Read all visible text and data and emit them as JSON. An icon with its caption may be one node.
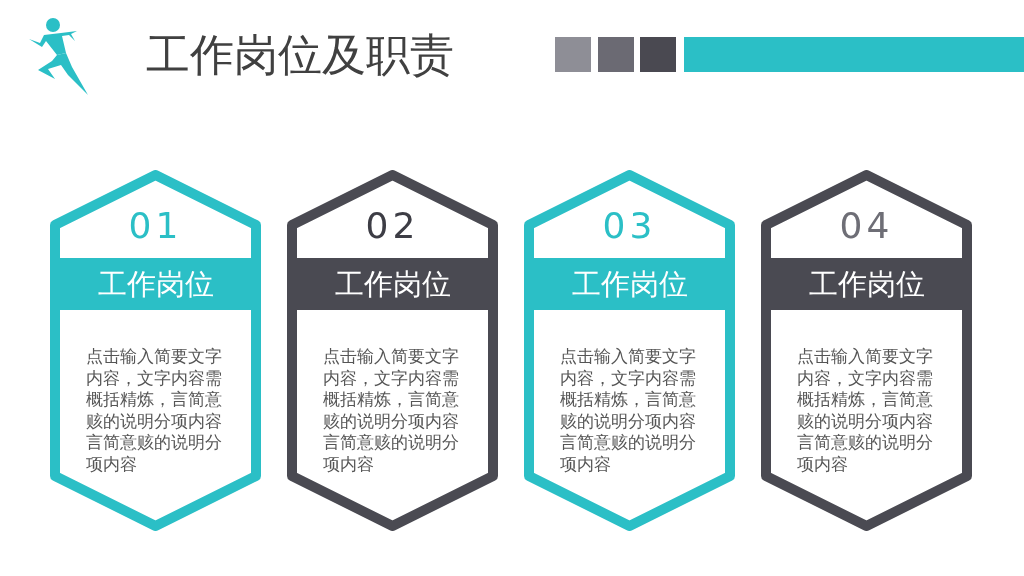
{
  "diagram": {
    "title": "工作岗位及职责",
    "nodes": [
      {
        "text": [
          "01",
          "工作岗位",
          "点击输入简要文字内容，文字内容需概括精炼，言简意赅的说明分项内容言简意赅的说明分项内容"
        ]
      },
      {
        "text": [
          "02",
          "工作岗位",
          "点击输入简要文字内容，文字内容需概括精炼，言简意赅的说明分项内容言简意赅的说明分项内容"
        ]
      },
      {
        "text": [
          "03",
          "工作岗位",
          "点击输入简要文字内容，文字内容需概括精炼，言简意赅的说明分项内容言简意赅的说明分项内容"
        ]
      },
      {
        "text": [
          "04",
          "工作岗位",
          "点击输入简要文字内容，文字内容需概括精炼，言简意赅的说明分项内容言简意赅的说明分项内容"
        ]
      }
    ]
  }
}
